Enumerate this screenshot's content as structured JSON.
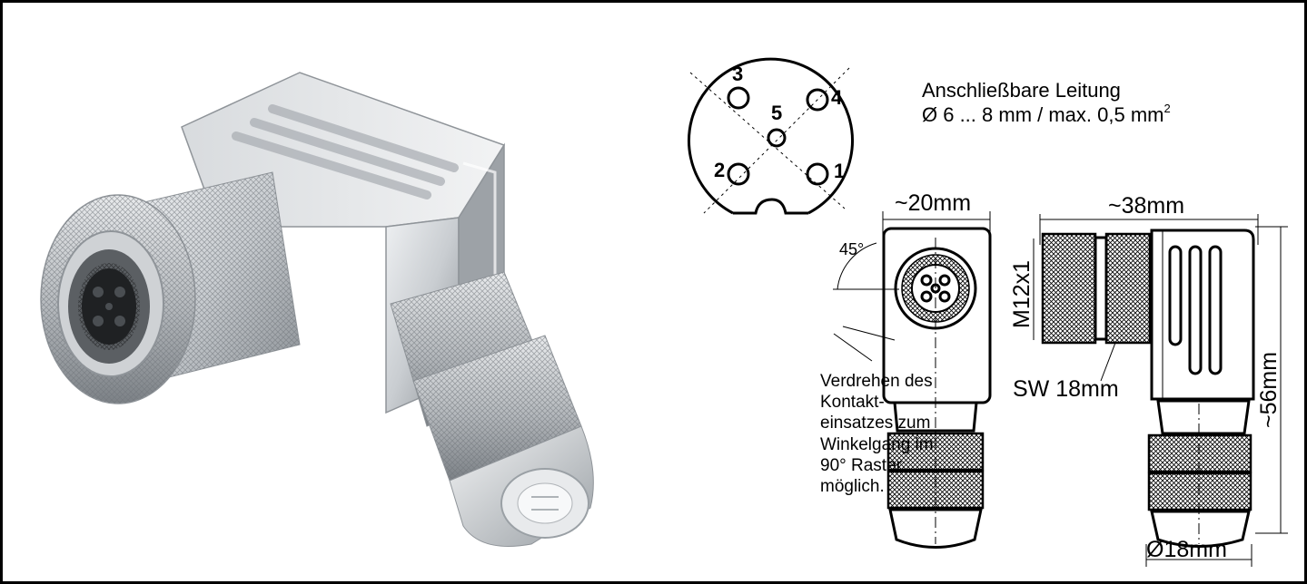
{
  "pinout": {
    "pins": [
      "3",
      "4",
      "5",
      "2",
      "1"
    ]
  },
  "cable_info": {
    "line1": "Anschließbare Leitung",
    "line2": "Ø 6 ... 8 mm / max. 0,5 mm",
    "line2_sup": "2"
  },
  "front_view": {
    "width_label": "~20mm",
    "angle_label": "45°",
    "note_lines": [
      "Verdrehen des",
      "Kontakt-",
      "einsatzes zum",
      "Winkelgang  im",
      "90° Raster",
      "möglich."
    ]
  },
  "side_view": {
    "length_label": "~38mm",
    "thread_label": "M12x1",
    "wrench_label": "SW 18mm",
    "height_label": "~56mm",
    "diameter_label": "Ø18mm"
  },
  "colors": {
    "metal_light": "#e4e6e8",
    "metal_mid": "#b9bdc1",
    "metal_dark": "#7f8489",
    "insert_black": "#1f2123",
    "border": "#000000"
  }
}
